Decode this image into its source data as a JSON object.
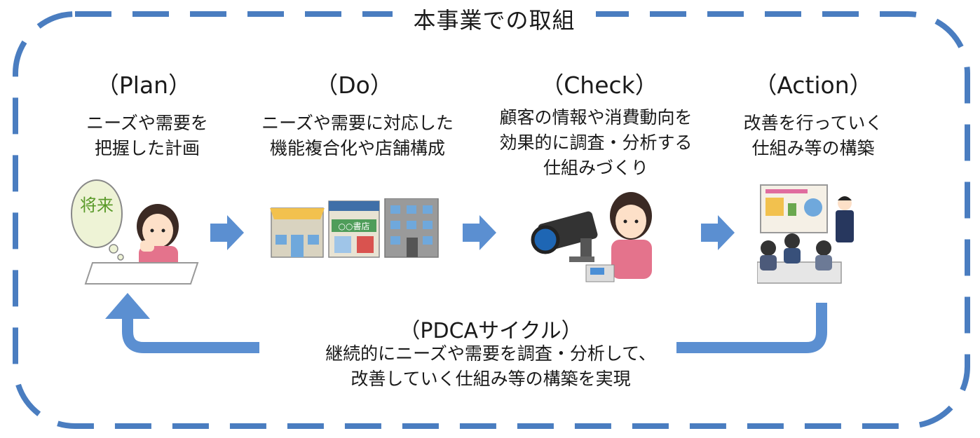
{
  "title": "本事業での取組",
  "stages": [
    {
      "heading": "（Plan）",
      "desc": "ニーズや需要を\n把握した計画",
      "illustration": "planning-person-icon",
      "badge_text": "将来"
    },
    {
      "heading": "（Do）",
      "desc": "ニーズや需要に対応した\n機能複合化や店舗構成",
      "illustration": "storefronts-icon",
      "badge_text": "○○書店"
    },
    {
      "heading": "（Check）",
      "desc": "顧客の情報や消費動向を\n効果的に調査・分析する\n仕組みづくり",
      "illustration": "camera-survey-icon"
    },
    {
      "heading": "（Action）",
      "desc": "改善を行っていく\n仕組み等の構築",
      "illustration": "meeting-presentation-icon"
    }
  ],
  "cycle": {
    "heading": "（PDCAサイクル）",
    "desc": "継続的にニーズや需要を調査・分析して、\n改善していく仕組み等の構築を実現"
  },
  "colors": {
    "accent": "#5b8fd1",
    "frame": "#4a7dc0",
    "text": "#1a1a1a"
  }
}
